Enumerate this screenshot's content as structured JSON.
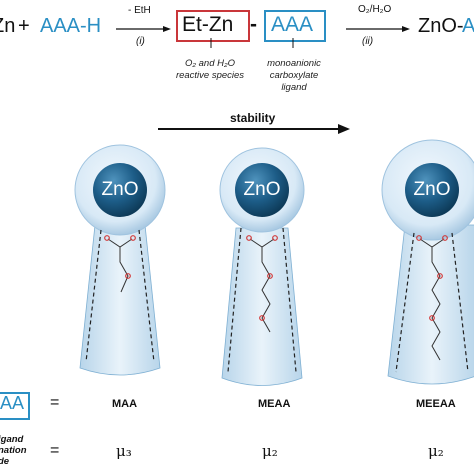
{
  "reaction": {
    "reactant_zn": "Zn",
    "plus": "+",
    "reactant_acid": "AAA-H",
    "step1_top": "- EtH",
    "step1_bottom": "(i)",
    "complex_left": "Et-Zn",
    "dash": "-",
    "complex_right": "AAA",
    "step2_top": "O₂/H₂O",
    "step2_bottom": "(ii)",
    "product": "ZnO-",
    "product_ligand": "A",
    "note_left": [
      "O₂ and H₂O",
      "reactive species"
    ],
    "note_right": [
      "monoanionic",
      "carboxylate",
      "ligand"
    ]
  },
  "stability_label": "stability",
  "particles": [
    {
      "core": "ZnO",
      "ligand": "MAA",
      "mode": "μ₃"
    },
    {
      "core": "ZnO",
      "ligand": "MEAA",
      "mode": "μ₂"
    },
    {
      "core": "ZnO",
      "ligand": "MEEAA",
      "mode": "μ₂"
    }
  ],
  "legend": {
    "box_label": "AA",
    "equals": "=",
    "mode_label": [
      "igand",
      "nation",
      "de"
    ]
  },
  "colors": {
    "blue": "#2a8fc4",
    "red_box": "#c9363a",
    "core": "#1c5d86",
    "shell": "#cfe3f2",
    "ligand_fill": "#d4e7f4"
  }
}
